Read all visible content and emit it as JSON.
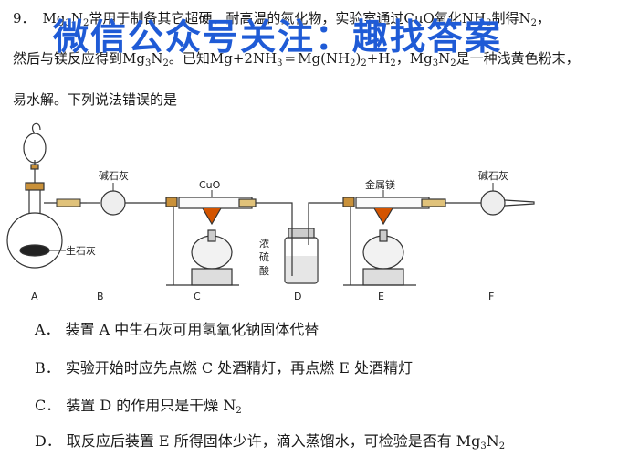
{
  "question": {
    "number": "9．",
    "line1_a": "Mg",
    "line1_b": "N",
    "line1_c": "常用于制备其它超硬、耐高温的氮化物，实验室通过",
    "line1_d": "CuO",
    "line1_e": "氧化",
    "line1_f": "NH",
    "line1_g": "制得",
    "line1_h": "N",
    "line1_i": "，",
    "line2_a": "然后与镁反应得到",
    "line2_b": "Mg",
    "line2_c": "N",
    "line2_d": "。已知",
    "line2_e": "Mg+2NH",
    "line2_f": "=",
    "line2_g": "Mg(NH",
    "line2_h": ")",
    "line2_i": "+H",
    "line2_j": "，",
    "line2_k": "Mg",
    "line2_l": "N",
    "line2_m": "是一种浅黄色粉末，",
    "line3": "易水解。下列说法错误的是",
    "sub3": "3",
    "sub2": "2"
  },
  "watermark": "微信公众号关注：趣找答案",
  "apparatus": {
    "labels": {
      "soda_lime_1": "碱石灰",
      "cuo": "CuO",
      "metal_mg": "金属镁",
      "soda_lime_2": "碱石灰",
      "quicklime": "生石灰",
      "conc_acid": [
        "浓",
        "硫",
        "酸"
      ]
    },
    "letters": [
      "A",
      "B",
      "C",
      "D",
      "E",
      "F"
    ]
  },
  "options": [
    {
      "letter": "A．",
      "text": "装置 A 中生石灰可用氢氧化钠固体代替"
    },
    {
      "letter": "B．",
      "text": "实验开始时应先点燃 C 处酒精灯，再点燃 E 处酒精灯"
    },
    {
      "letter": "C．",
      "text": "装置 D 的作用只是干燥 N",
      "sub": "2"
    },
    {
      "letter": "D．",
      "text": "取反应后装置 E 所得固体少许，滴入蒸馏水，可检验是否有 Mg",
      "sub": "3",
      "tail": "N",
      "sub2": "2"
    }
  ]
}
